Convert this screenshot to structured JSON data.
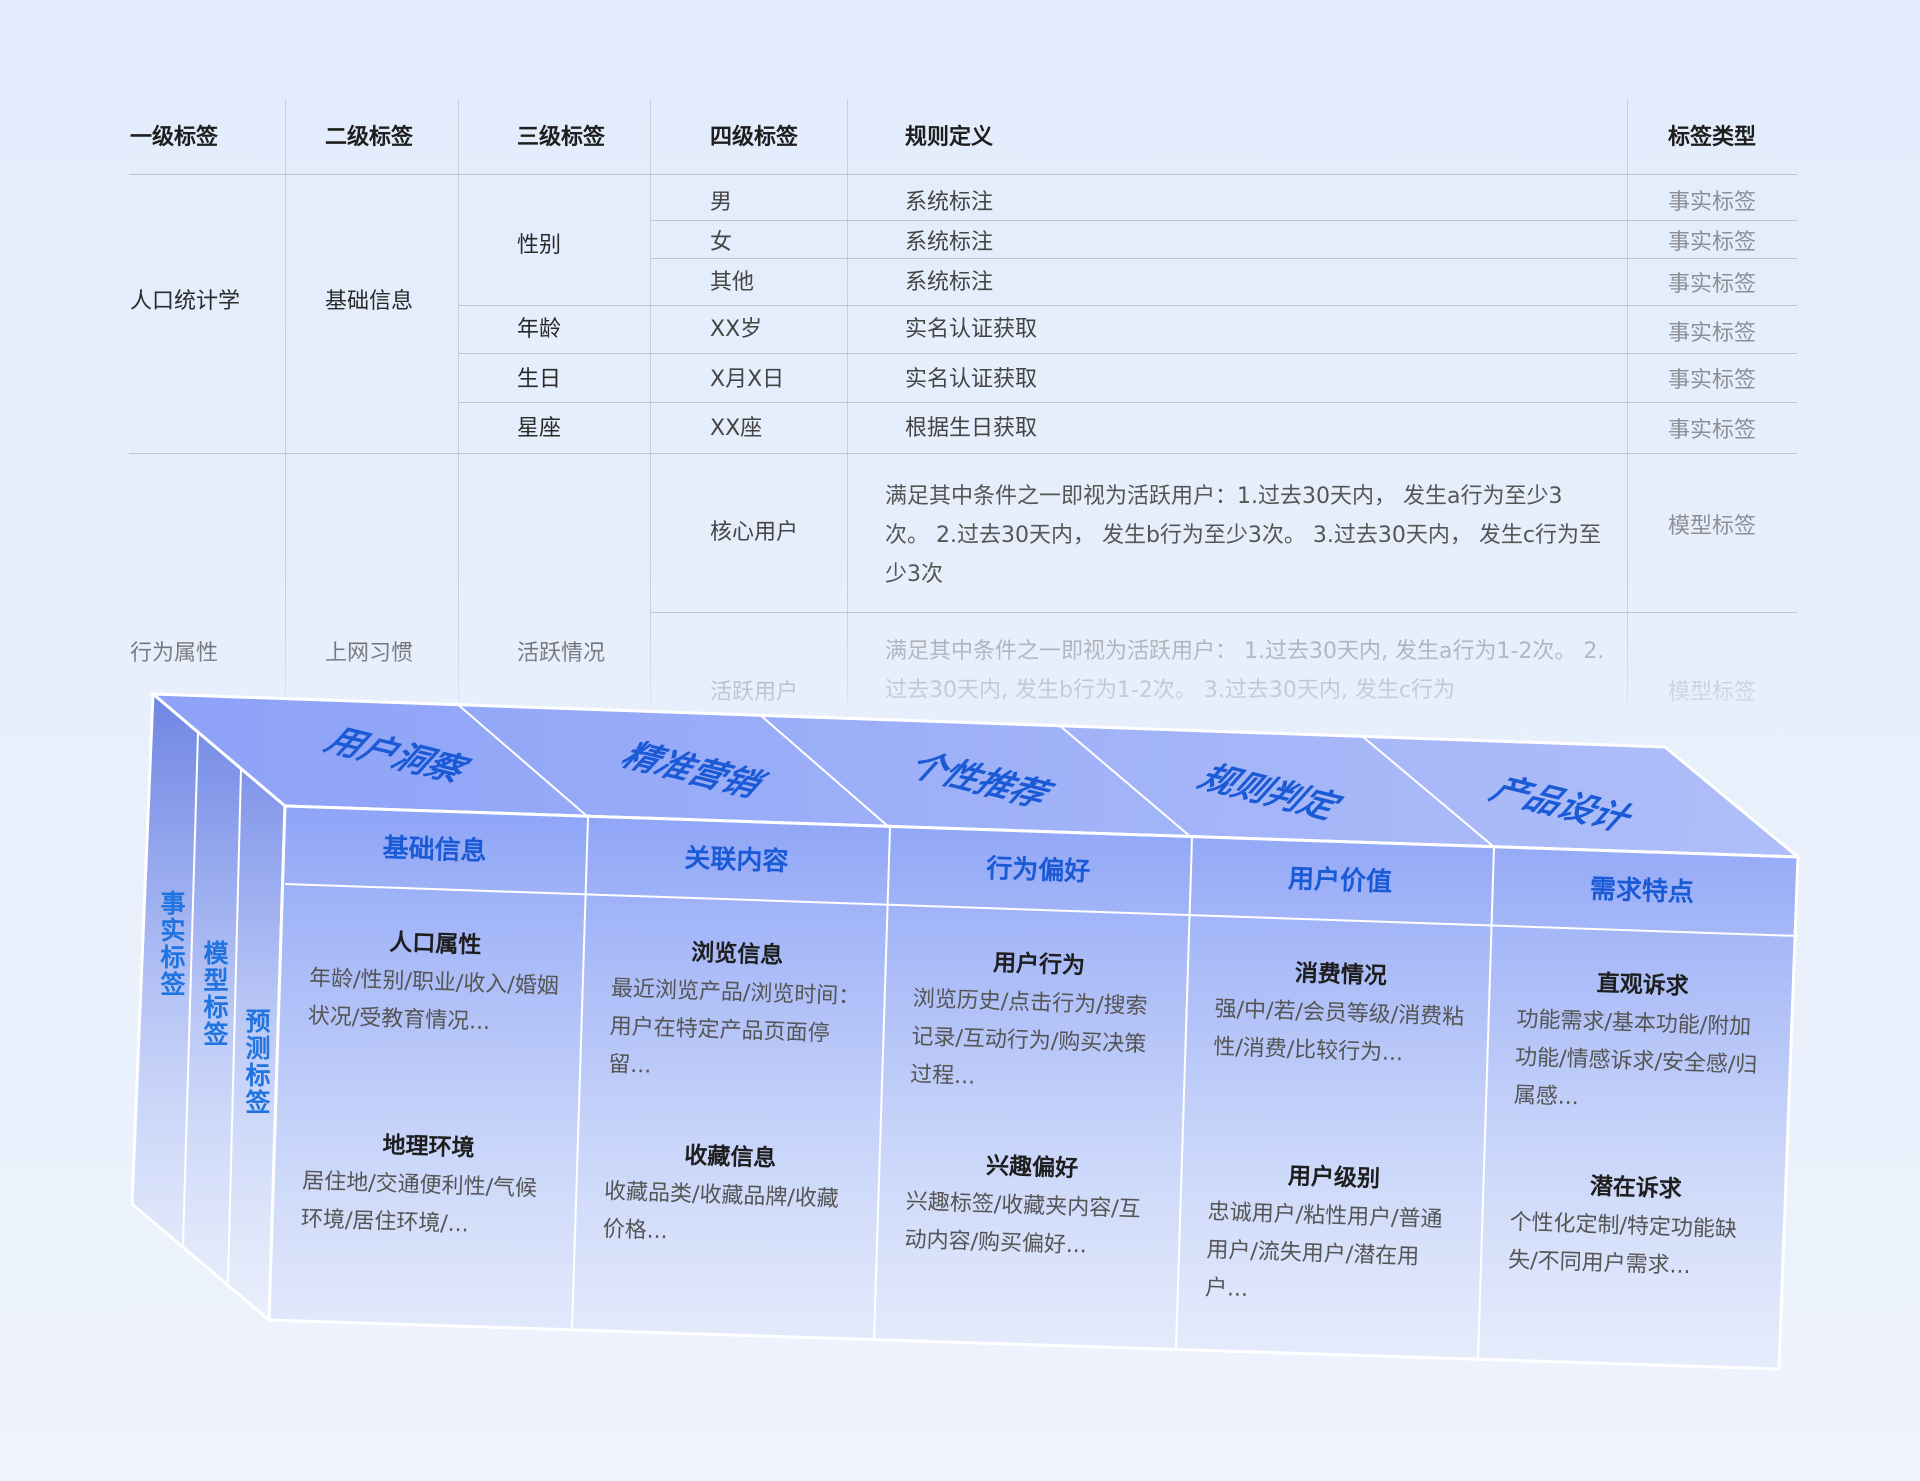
{
  "table": {
    "headers": [
      "一级标签",
      "二级标签",
      "三级标签",
      "四级标签",
      "规则定义",
      "标签类型"
    ],
    "level1": [
      "人口统计学",
      "行为属性"
    ],
    "level2": [
      "基础信息",
      "上网习惯"
    ],
    "level3": [
      "性别",
      "年龄",
      "生日",
      "星座",
      "活跃情况"
    ],
    "level4": [
      "男",
      "女",
      "其他",
      "XX岁",
      "X月X日",
      "XX座",
      "核心用户",
      "活跃用户"
    ],
    "rules": [
      "系统标注",
      "系统标注",
      "系统标注",
      "实名认证获取",
      "实名认证获取",
      "根据生日获取",
      "满足其中条件之一即视为活跃用户：1.过去30天内， 发生a行为至少3次。 2.过去30天内， 发生b行为至少3次。 3.过去30天内， 发生c行为至少3次",
      "满足其中条件之一即视为活跃用户： 1.过去30天内, 发生a行为1-2次。 2.过去30天内, 发生b行为1-2次。 3.过去30天内, 发生c行为"
    ],
    "types": [
      "事实标签",
      "事实标签",
      "事实标签",
      "事实标签",
      "事实标签",
      "事实标签",
      "模型标签",
      "模型标签"
    ]
  },
  "cube": {
    "side_labels": [
      "事实标签",
      "模型标签",
      "预测标签"
    ],
    "top_labels": [
      "用户洞察",
      "精准营销",
      "个性推荐",
      "规则判定",
      "产品设计"
    ],
    "columns": [
      {
        "header": "基础信息",
        "sections": [
          {
            "title": "人口属性",
            "text": "年龄/性别/职业/收入/婚姻状况/受教育情况..."
          },
          {
            "title": "地理环境",
            "text": "居住地/交通便利性/气候环境/居住环境/..."
          }
        ]
      },
      {
        "header": "关联内容",
        "sections": [
          {
            "title": "浏览信息",
            "text": "最近浏览产品/浏览时间：用户在特定产品页面停留..."
          },
          {
            "title": "收藏信息",
            "text": "收藏品类/收藏品牌/收藏价格..."
          }
        ]
      },
      {
        "header": "行为偏好",
        "sections": [
          {
            "title": "用户行为",
            "text": "浏览历史/点击行为/搜索记录/互动行为/购买决策过程..."
          },
          {
            "title": "兴趣偏好",
            "text": "兴趣标签/收藏夹内容/互动内容/购买偏好..."
          }
        ]
      },
      {
        "header": "用户价值",
        "sections": [
          {
            "title": "消费情况",
            "text": "强/中/若/会员等级/消费粘性/消费/比较行为..."
          },
          {
            "title": "用户级别",
            "text": "忠诚用户/粘性用户/普通用户/流失用户/潜在用户..."
          }
        ]
      },
      {
        "header": "需求特点",
        "sections": [
          {
            "title": "直观诉求",
            "text": "功能需求/基本功能/附加功能/情感诉求/安全感/归属感..."
          },
          {
            "title": "潜在诉求",
            "text": "个性化定制/特定功能缺失/不同用户需求..."
          }
        ]
      }
    ]
  },
  "colors": {
    "accent": "#1a5ad6",
    "side_text": "#1f74e0",
    "background": "#e2ecfc"
  }
}
